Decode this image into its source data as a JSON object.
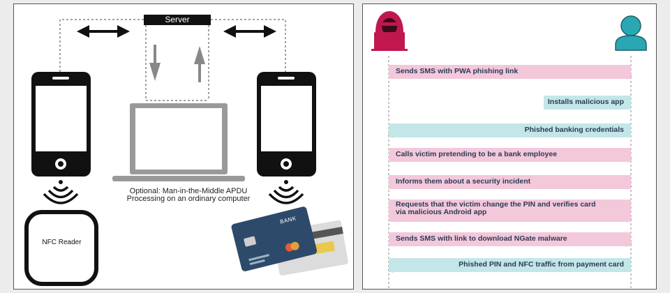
{
  "left": {
    "server_label": "Server",
    "laptop_caption": "Optional: Man-in-the-Middle APDU Processing on an ordinary computer",
    "nfc_reader_label": "NFC Reader",
    "card_bank_text": "BANK"
  },
  "right": {
    "actors": [
      {
        "name": "attacker-icon",
        "color": "#c0184e"
      },
      {
        "name": "victim-icon",
        "color": "#2aa7b3"
      }
    ],
    "messages": [
      {
        "text": "Sends SMS with PWA phishing link",
        "direction": "to-victim",
        "color": "pink"
      },
      {
        "text": "Installs malicious app",
        "direction": "victim-self",
        "color": "teal"
      },
      {
        "text": "Phished banking credentials",
        "direction": "to-attacker",
        "color": "teal"
      },
      {
        "text": "Calls victim pretending to be a bank employee",
        "direction": "to-victim",
        "color": "pink"
      },
      {
        "text": "Informs them about a security incident",
        "direction": "to-victim",
        "color": "pink"
      },
      {
        "text": "Requests that the victim change the PIN and verifies card via malicious Android app",
        "direction": "to-victim",
        "color": "pink"
      },
      {
        "text": "Sends SMS with link to download NGate malware",
        "direction": "to-victim",
        "color": "pink"
      },
      {
        "text": "Phished PIN and NFC traffic from payment card",
        "direction": "to-attacker",
        "color": "teal"
      }
    ]
  }
}
